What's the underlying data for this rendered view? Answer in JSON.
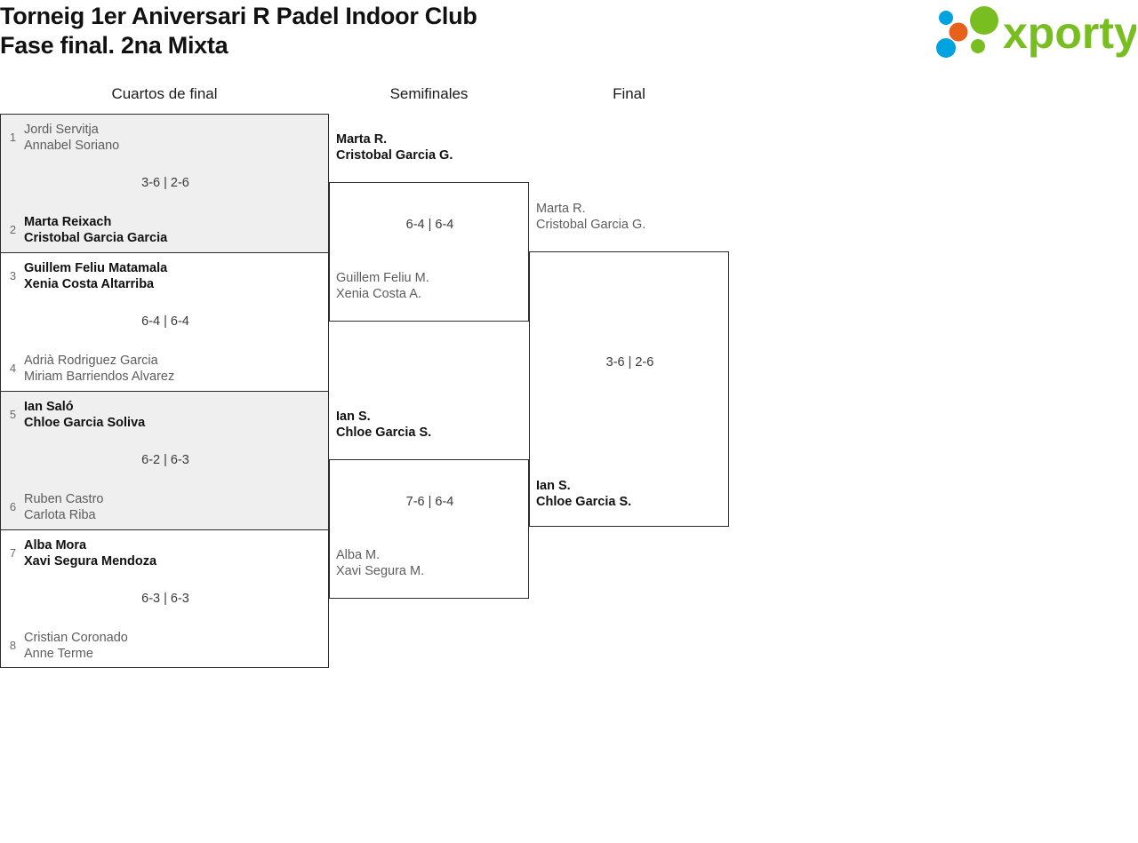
{
  "header": {
    "title_line1": "Torneig 1er Aniversari R Padel Indoor Club",
    "title_line2": "Fase final. 2na Mixta",
    "logo": {
      "name": "xporty-logo",
      "wordmark": "xporty",
      "colors": {
        "green": "#78be20",
        "blue": "#00a3e0",
        "orange": "#e8611a"
      }
    }
  },
  "rounds": [
    {
      "label": "Cuartos de final"
    },
    {
      "label": "Semifinales"
    },
    {
      "label": "Final"
    }
  ],
  "bracket": {
    "quarterfinals": [
      {
        "score": "3-6 | 2-6",
        "top": {
          "seed": "1",
          "player1": "Jordi Servitja",
          "player2": "Annabel Soriano",
          "result": "loser"
        },
        "bottom": {
          "seed": "2",
          "player1": "Marta Reixach",
          "player2": "Cristobal Garcia Garcia",
          "result": "winner"
        }
      },
      {
        "score": "6-4 | 6-4",
        "top": {
          "seed": "3",
          "player1": "Guillem Feliu Matamala",
          "player2": "Xenia Costa Altarriba",
          "result": "winner"
        },
        "bottom": {
          "seed": "4",
          "player1": "Adrià Rodriguez Garcia",
          "player2": "Miriam Barriendos Alvarez",
          "result": "loser"
        }
      },
      {
        "score": "6-2 | 6-3",
        "top": {
          "seed": "5",
          "player1": "Ian Saló",
          "player2": "Chloe Garcia Soliva",
          "result": "winner"
        },
        "bottom": {
          "seed": "6",
          "player1": "Ruben Castro",
          "player2": "Carlota Riba",
          "result": "loser"
        }
      },
      {
        "score": "6-3 | 6-3",
        "top": {
          "seed": "7",
          "player1": "Alba Mora",
          "player2": "Xavi Segura Mendoza",
          "result": "winner"
        },
        "bottom": {
          "seed": "8",
          "player1": "Cristian Coronado",
          "player2": "Anne Terme",
          "result": "loser"
        }
      }
    ],
    "semifinals": [
      {
        "score": "6-4 | 6-4",
        "upper": {
          "player1": "Marta R.",
          "player2": "Cristobal Garcia G.",
          "result": "winner"
        },
        "lower": {
          "player1": "Guillem Feliu M.",
          "player2": "Xenia Costa A.",
          "result": "loser"
        }
      },
      {
        "score": "7-6 | 6-4",
        "upper": {
          "player1": "Ian S.",
          "player2": "Chloe Garcia S.",
          "result": "winner"
        },
        "lower": {
          "player1": "Alba M.",
          "player2": "Xavi Segura M.",
          "result": "loser"
        }
      }
    ],
    "final": {
      "score": "3-6 | 2-6",
      "upper": {
        "player1": "Marta R.",
        "player2": "Cristobal Garcia G.",
        "result": "loser"
      },
      "lower": {
        "player1": "Ian S.",
        "player2": "Chloe Garcia S.",
        "result": "winner"
      }
    }
  }
}
